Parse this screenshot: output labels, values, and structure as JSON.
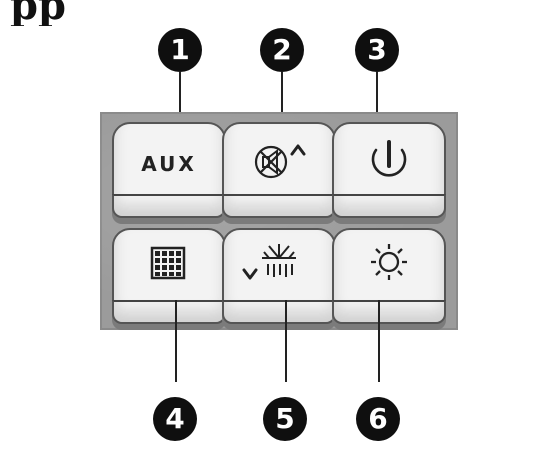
{
  "header_fragment": "pp",
  "badges": {
    "b1": "1",
    "b2": "2",
    "b3": "3",
    "b4": "4",
    "b5": "5",
    "b6": "6"
  },
  "buttons": {
    "aux": {
      "label": "AUX"
    },
    "mute": {
      "icon": "mute-speaker-icon",
      "arrow_icon": "caret-up-icon"
    },
    "power": {
      "icon": "power-icon"
    },
    "grid": {
      "icon": "grid-icon"
    },
    "cool": {
      "icon": "snowflake-icon",
      "arrow_icon": "caret-down-icon"
    },
    "heat": {
      "icon": "sun-icon"
    }
  },
  "colors": {
    "panel": "#9b9b9b",
    "key": "#f3f3f3",
    "badge": "#0f0f0f"
  }
}
